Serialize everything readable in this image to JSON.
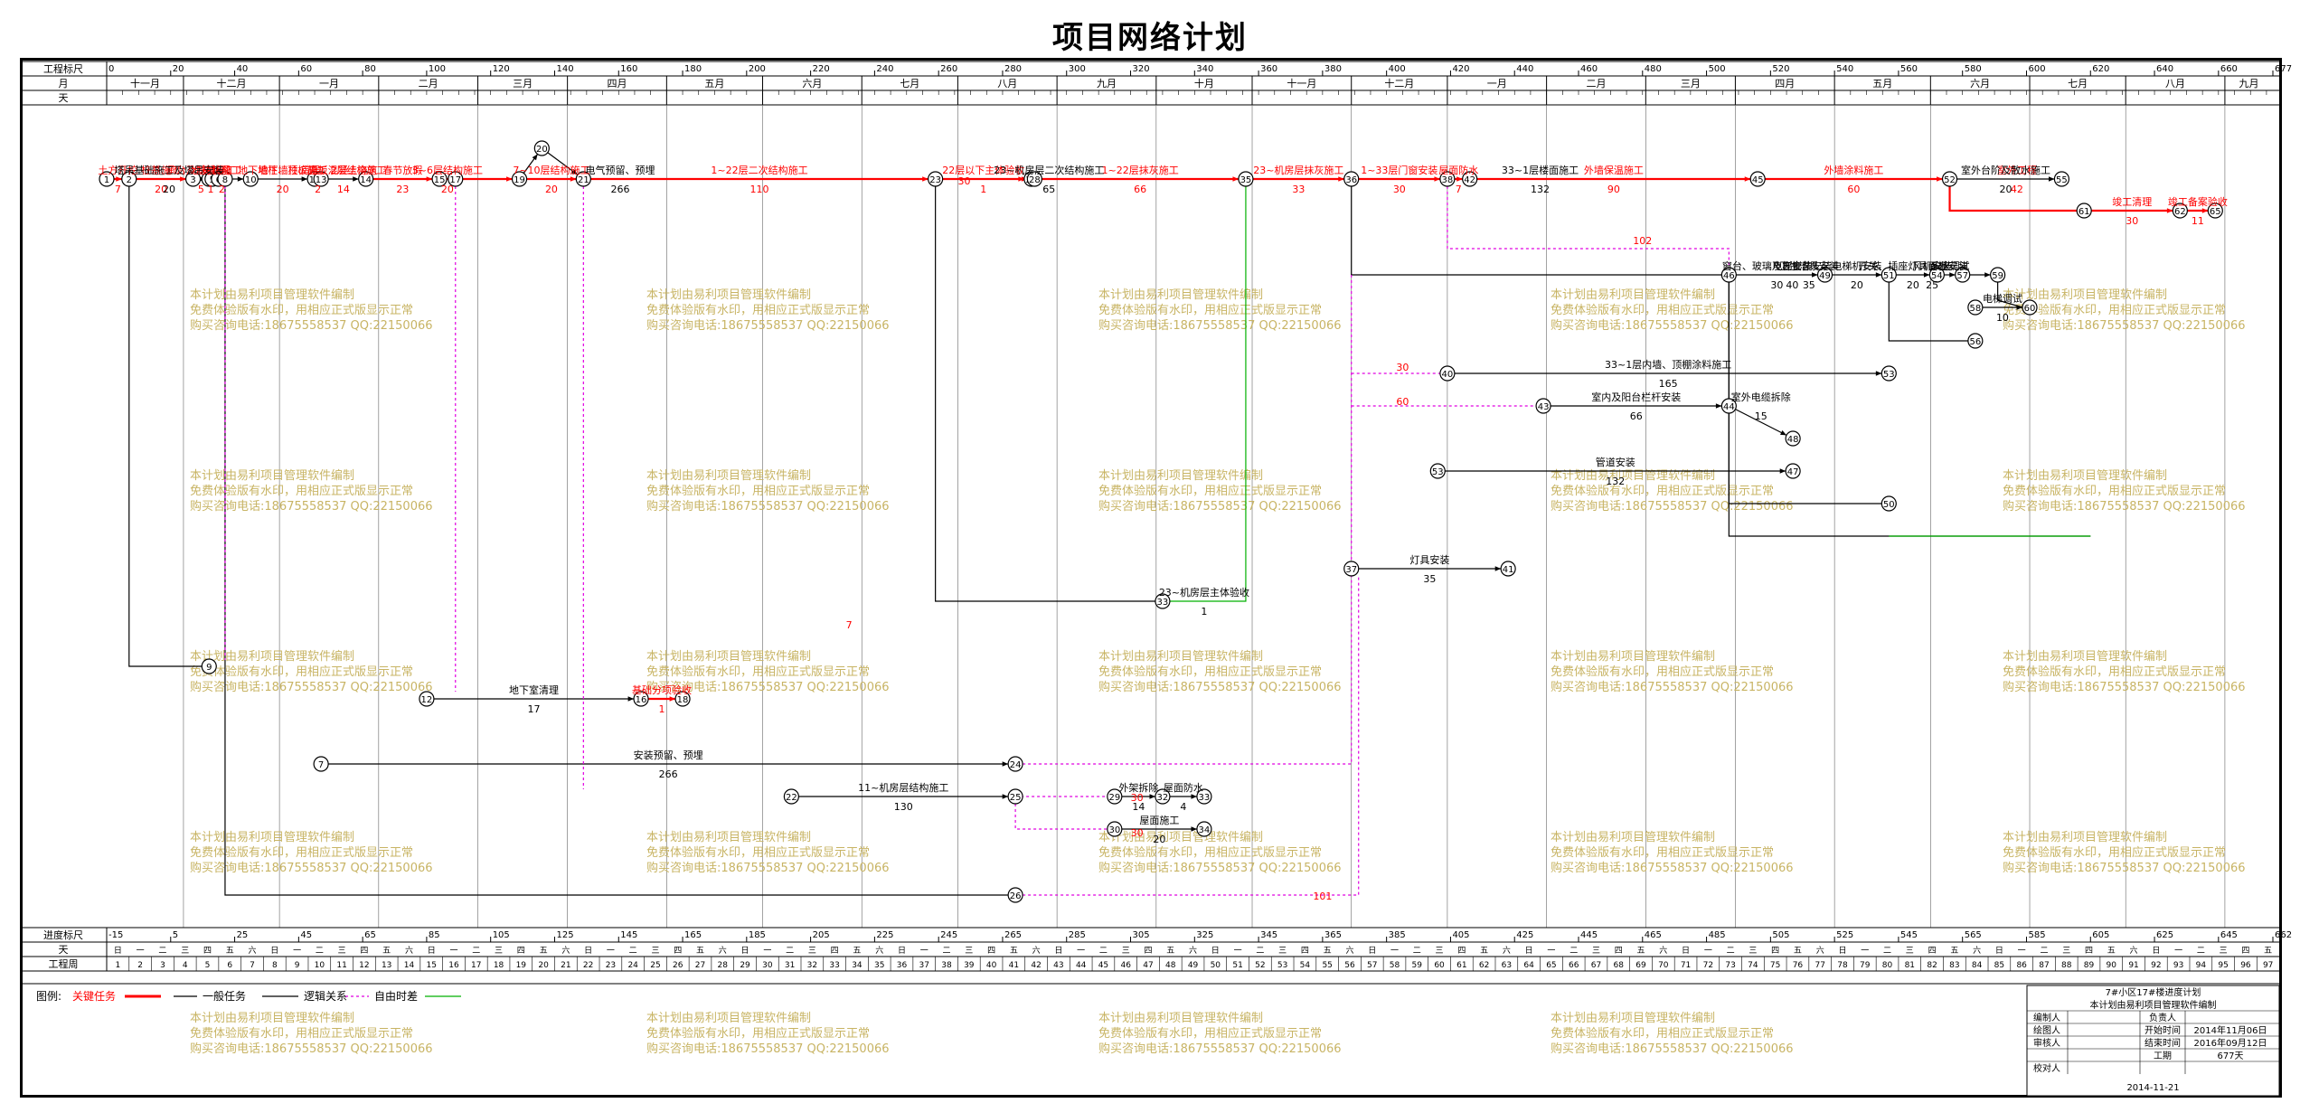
{
  "title": "项目网络计划",
  "header_rows": {
    "scale_label": "工程标尺",
    "month_label": "月",
    "day_label": "天",
    "scale_ticks": [
      "0",
      "20",
      "40",
      "60",
      "80",
      "100",
      "120",
      "140",
      "160",
      "180",
      "200",
      "220",
      "240",
      "260",
      "280",
      "300",
      "320",
      "340",
      "360",
      "380",
      "400",
      "420",
      "440",
      "460",
      "480",
      "500",
      "520",
      "540",
      "560",
      "580",
      "600",
      "620",
      "640",
      "660",
      "677"
    ],
    "months": [
      "十一月",
      "十二月",
      "一月",
      "二月",
      "三月",
      "四月",
      "五月",
      "六月",
      "七月",
      "八月",
      "九月",
      "十月",
      "十一月",
      "十二月",
      "一月",
      "二月",
      "三月",
      "四月",
      "五月",
      "六月",
      "七月",
      "八月",
      "九月"
    ]
  },
  "footer_rows": {
    "progress_label": "进度标尺",
    "week_label": "天",
    "workweek_label": "工程周",
    "progress_ticks": [
      "-15",
      "5",
      "25",
      "45",
      "65",
      "85",
      "105",
      "125",
      "145",
      "165",
      "185",
      "205",
      "225",
      "245",
      "265",
      "285",
      "305",
      "325",
      "345",
      "365",
      "385",
      "405",
      "425",
      "445",
      "465",
      "485",
      "505",
      "525",
      "545",
      "565",
      "585",
      "605",
      "625",
      "645",
      "662"
    ]
  },
  "tasks": [
    {
      "id": "t1",
      "label": "土方开挖",
      "dur": "7",
      "critical": true
    },
    {
      "id": "t2",
      "label": "桩基施工",
      "dur": "20",
      "critical": true
    },
    {
      "id": "t3",
      "label": "承台及基槽施工",
      "dur": "5",
      "critical": true
    },
    {
      "id": "t4",
      "label": "地基处理",
      "dur": "1",
      "critical": true
    },
    {
      "id": "t5",
      "label": "筏板施工",
      "dur": "2",
      "critical": true
    },
    {
      "id": "t6",
      "label": "地下墙柱、顶板施工",
      "dur": "20",
      "critical": true
    },
    {
      "id": "t7",
      "label": "地下墙柱、顶板混凝土浇筑",
      "dur": "2",
      "critical": true
    },
    {
      "id": "t8",
      "label": "首层、2层结构施工",
      "dur": "14",
      "critical": true
    },
    {
      "id": "t9",
      "label": "春节放假",
      "dur": "23",
      "critical": true
    },
    {
      "id": "t10",
      "label": "3~6层结构施工",
      "dur": "20",
      "critical": true
    },
    {
      "id": "t11",
      "label": "7~10层结构施工",
      "dur": "20",
      "critical": true
    },
    {
      "id": "t12",
      "label": "1~22层二次结构施工",
      "dur": "110",
      "critical": true
    },
    {
      "id": "t13",
      "label": "22层以下主体验收",
      "dur": "1",
      "critical": true
    },
    {
      "id": "t14",
      "label": "1~22层抹灰施工",
      "dur": "66",
      "critical": true
    },
    {
      "id": "t15",
      "label": "23~机房层抹灰施工",
      "dur": "33",
      "critical": true
    },
    {
      "id": "t16",
      "label": "1~33层门窗安装",
      "dur": "30",
      "critical": true
    },
    {
      "id": "t17",
      "label": "屋面防水",
      "dur": "7",
      "critical": true
    },
    {
      "id": "t18",
      "label": "外墙保温施工",
      "dur": "90",
      "critical": true
    },
    {
      "id": "t19",
      "label": "外墙涂料施工",
      "dur": "60",
      "critical": true
    },
    {
      "id": "t20",
      "label": "室外工程",
      "dur": "42",
      "critical": true
    },
    {
      "id": "t21",
      "label": "竣工清理",
      "dur": "30",
      "critical": true
    },
    {
      "id": "t22",
      "label": "竣工备案验收",
      "dur": "11",
      "critical": true
    },
    {
      "id": "t23",
      "label": "室外台阶及散水施工",
      "dur": "20",
      "critical": false
    },
    {
      "id": "t24",
      "label": "33~1层楼面施工",
      "dur": "132",
      "critical": false
    },
    {
      "id": "t25",
      "label": "窗台、玻璃及五金件安装",
      "dur": "30",
      "critical": false
    },
    {
      "id": "t26",
      "label": "电梯机安装",
      "dur": "20",
      "critical": false
    },
    {
      "id": "t27",
      "label": "开关、插座灯具面板安装",
      "dur": "20",
      "critical": false
    },
    {
      "id": "t28",
      "label": "系统调试",
      "dur": "",
      "critical": false
    },
    {
      "id": "t29",
      "label": "电梯调试",
      "dur": "10",
      "critical": false
    },
    {
      "id": "t30",
      "label": "风机安装",
      "dur": "25",
      "critical": false
    },
    {
      "id": "t31",
      "label": "33~1层内墙、顶棚涂料施工",
      "dur": "165",
      "critical": false
    },
    {
      "id": "t32",
      "label": "室内及阳台栏杆安装",
      "dur": "66",
      "critical": false
    },
    {
      "id": "t33",
      "label": "室外电缆拆除",
      "dur": "15",
      "critical": false
    },
    {
      "id": "t34",
      "label": "管道安装",
      "dur": "132",
      "critical": false
    },
    {
      "id": "t35",
      "label": "卫生洁具安装",
      "dur": "35",
      "critical": false
    },
    {
      "id": "t36",
      "label": "电梯安装",
      "dur": "40",
      "critical": false
    },
    {
      "id": "t37",
      "label": "灯具安装",
      "dur": "35",
      "critical": false
    },
    {
      "id": "t38",
      "label": "23~机房层二次结构施工",
      "dur": "65",
      "critical": false
    },
    {
      "id": "t39",
      "label": "23~机房层主体验收",
      "dur": "1",
      "critical": false
    },
    {
      "id": "t40",
      "label": "塔吊基础施工及塔吊安装",
      "dur": "20",
      "critical": false
    },
    {
      "id": "t41",
      "label": "地下室清理",
      "dur": "17",
      "critical": false
    },
    {
      "id": "t42",
      "label": "基础分项验收",
      "dur": "1",
      "critical": true
    },
    {
      "id": "t43",
      "label": "安装预留、预埋",
      "dur": "266",
      "critical": false
    },
    {
      "id": "t44",
      "label": "11~机房层结构施工",
      "dur": "130",
      "critical": false
    },
    {
      "id": "t45",
      "label": "外架拆除",
      "dur": "14",
      "critical": false
    },
    {
      "id": "t46",
      "label": "屋面施工",
      "dur": "20",
      "critical": false
    },
    {
      "id": "t47",
      "label": "屋面防水",
      "dur": "4",
      "critical": false
    },
    {
      "id": "t48",
      "label": "电气预留、预埋",
      "dur": "266",
      "critical": false
    },
    {
      "id": "t49",
      "label": "室外电梯施工",
      "dur": "20",
      "critical": false
    }
  ],
  "float_labels": [
    "102",
    "30",
    "60",
    "7",
    "30",
    "30",
    "101",
    "30"
  ],
  "watermark": {
    "line1": "本计划由易利项目管理软件编制",
    "line2": "免费体验版有水印，用相应正式版显示正常",
    "line3": "购买咨询电话:18675558537 QQ:22150066"
  },
  "legend": {
    "title": "图例:",
    "critical": "关键任务",
    "normal": "一般任务",
    "logic": "逻辑关系",
    "free_float": "自由时差"
  },
  "info_table": {
    "project": "7#小区17#楼进度计划",
    "software": "本计划由易利项目管理软件编制",
    "rows": [
      {
        "k": "编制人",
        "v": "",
        "k2": "负责人",
        "v2": ""
      },
      {
        "k": "绘图人",
        "v": "",
        "k2": "开始时间",
        "v2": "2014年11月06日"
      },
      {
        "k": "审核人",
        "v": "",
        "k2": "结束时间",
        "v2": "2016年09月12日"
      },
      {
        "k": "",
        "v": "",
        "k2": "工期",
        "v2": "677天"
      },
      {
        "k": "校对人",
        "v": "",
        "k2": "",
        "v2": ""
      }
    ],
    "date": "2014-11-21"
  },
  "colors": {
    "critical": "#ff0000",
    "normal": "#000000",
    "float": "#e100e1",
    "green": "#00b000",
    "watermark": "#c8b464"
  }
}
